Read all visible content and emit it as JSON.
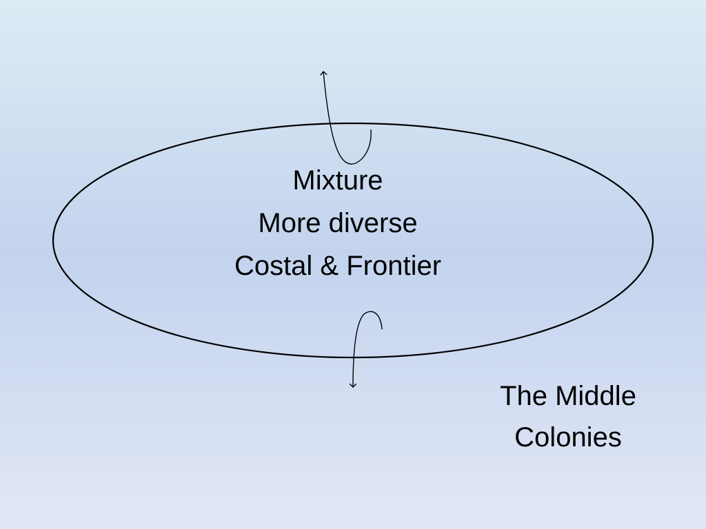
{
  "oval": {
    "lines": [
      "Mixture",
      "More diverse",
      "Costal & Frontier"
    ]
  },
  "caption": {
    "lines": [
      "The Middle",
      "Colonies"
    ]
  },
  "colors": {
    "background_top": "#dcecf4",
    "background_middle": "#c3d3ee",
    "background_bottom": "#e1e7f5",
    "stroke": "#000000",
    "text": "#000000"
  }
}
